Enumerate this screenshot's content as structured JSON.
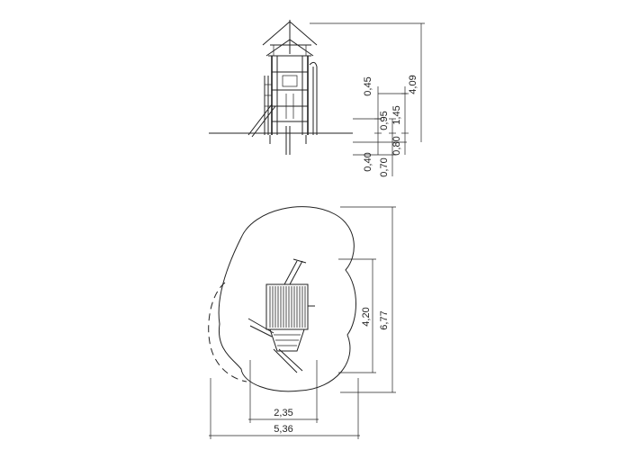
{
  "elevation": {
    "dims": {
      "d_045": "0,45",
      "d_095": "0,95",
      "d_145": "1,45",
      "d_409": "4,09",
      "d_080": "0,80",
      "d_040": "0,40",
      "d_070": "0,70"
    }
  },
  "plan": {
    "dims": {
      "d_677": "6,77",
      "d_420": "4,20",
      "d_235": "2,35",
      "d_536": "5,36"
    }
  }
}
